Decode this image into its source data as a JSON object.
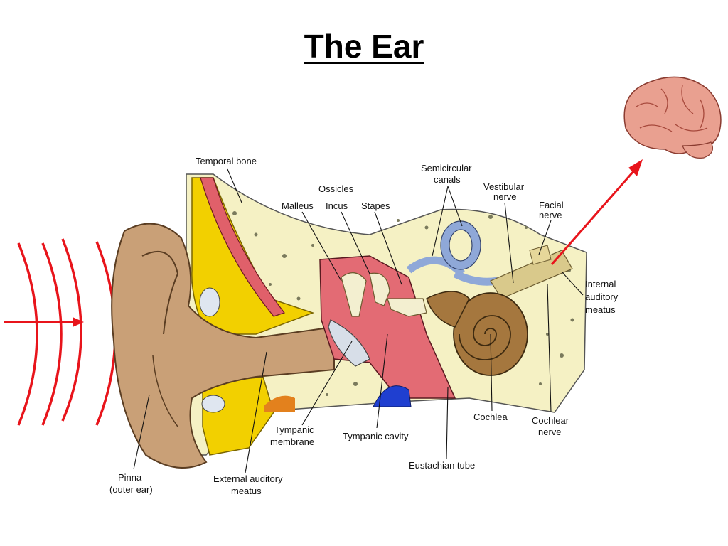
{
  "title": "The Ear",
  "labels": {
    "temporal_bone": "Temporal bone",
    "ossicles": "Ossicles",
    "malleus": "Malleus",
    "incus": "Incus",
    "stapes": "Stapes",
    "semicircular_1": "Semicircular",
    "semicircular_2": "canals",
    "vestibular_1": "Vestibular",
    "vestibular_2": "nerve",
    "facial_1": "Facial",
    "facial_2": "nerve",
    "internal_1": "Internal",
    "internal_2": "auditory",
    "internal_3": "meatus",
    "cochlea": "Cochlea",
    "cochlear_1": "Cochlear",
    "cochlear_2": "nerve",
    "eustachian": "Eustachian tube",
    "tympanic_cavity": "Tympanic cavity",
    "tympanic_membrane_1": "Tympanic",
    "tympanic_membrane_2": "membrane",
    "external_1": "External auditory",
    "external_2": "meatus",
    "pinna_1": "Pinna",
    "pinna_2": "(outer ear)"
  },
  "colors": {
    "arrow": "#e8141b",
    "bone": "#f5f1c4",
    "skin": "#c9a077",
    "cartilage": "#f2d000",
    "middle_ear": "#e36b74",
    "cochlea": "#a5773e",
    "canals": "#8fa8d8",
    "nerve": "#d9c98b",
    "brain": "#e9a090"
  }
}
